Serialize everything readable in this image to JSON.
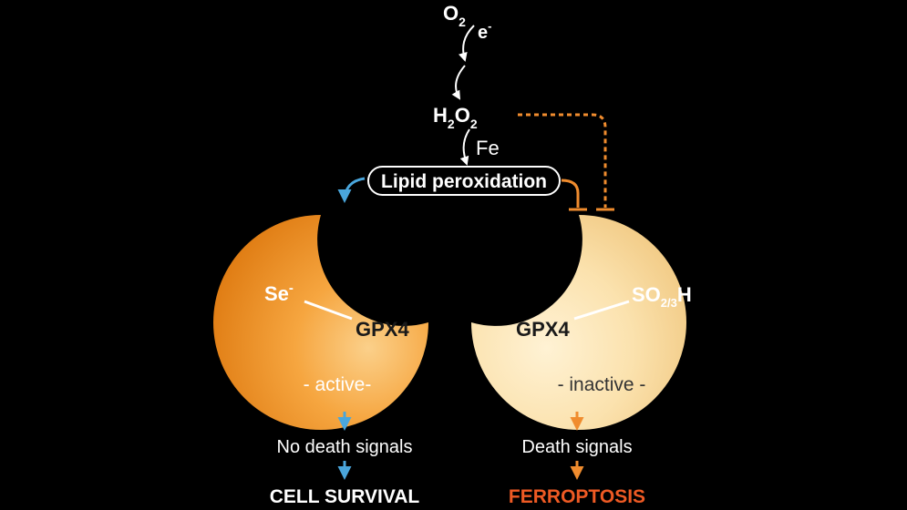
{
  "pathway": {
    "o2": "O",
    "o2_sub": "2",
    "electron": "e",
    "electron_sup": "-",
    "h2o2_h": "H",
    "h2o2_sub1": "2",
    "h2o2_o": "O",
    "h2o2_sub2": "2",
    "iron": "Fe",
    "lipid_peroxidation": "Lipid peroxidation"
  },
  "left_enzyme": {
    "group": "Se",
    "group_sup": "-",
    "name": "GPX4",
    "state": "- active-",
    "signal": "No death signals",
    "outcome": "CELL SURVIVAL"
  },
  "right_enzyme": {
    "group": "SO",
    "group_sub": "2/3",
    "group_tail": "H",
    "name": "GPX4",
    "state": "- inactive -",
    "signal": "Death signals",
    "outcome": "FERROPTOSIS"
  },
  "colors": {
    "background": "#000000",
    "active_arrow": "#4aa6dc",
    "inhibit": "#f08c2e",
    "active_moon": "#f39a2c",
    "inactive_moon": "#f7d9a0",
    "ferroptosis_text": "#ee5a24"
  }
}
